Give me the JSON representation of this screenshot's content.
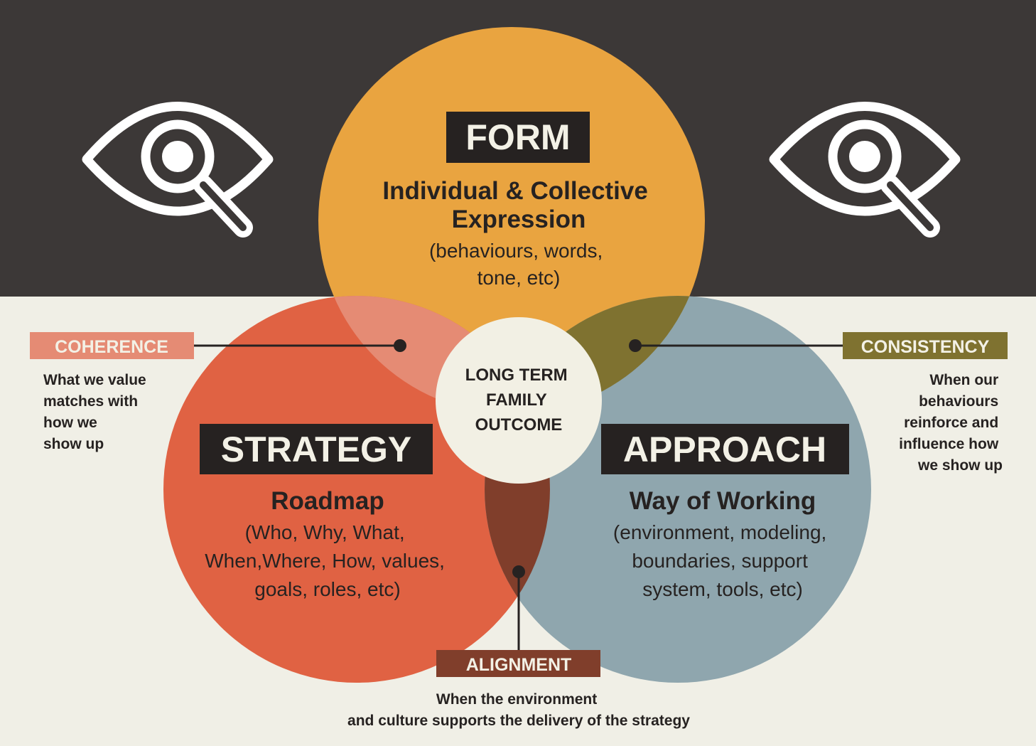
{
  "colors": {
    "top_bg": "#3c3837",
    "bottom_bg": "#f0efe6",
    "form": "#e9a440",
    "strategy": "#e06243",
    "approach": "#8fa6ae",
    "coherence": "#e58b74",
    "consistency": "#7f7230",
    "alignment": "#803e2b",
    "center": "#f2f0e4",
    "title_box": "#262221"
  },
  "icons": {
    "left_eye": "eye-magnifier-icon",
    "right_eye": "eye-magnifier-icon"
  },
  "form": {
    "title": "FORM",
    "subtitle": [
      "Individual & Collective",
      "Expression"
    ],
    "body": [
      "(behaviours, words,",
      "tone, etc)"
    ]
  },
  "strategy": {
    "title": "STRATEGY",
    "subtitle": "Roadmap",
    "body": [
      "(Who, Why, What,",
      "When,Where, How, values,",
      "goals, roles, etc)"
    ]
  },
  "approach": {
    "title": "APPROACH",
    "subtitle": "Way of Working",
    "body": [
      "(environment, modeling,",
      "boundaries, support",
      "system, tools, etc)"
    ]
  },
  "center": {
    "lines": [
      "LONG TERM",
      "FAMILY",
      "OUTCOME"
    ]
  },
  "coherence": {
    "label": "COHERENCE",
    "description": [
      "What we value",
      "matches with",
      "how we",
      "show up"
    ]
  },
  "consistency": {
    "label": "CONSISTENCY",
    "description": [
      "When our",
      "behaviours",
      "reinforce and",
      "influence how",
      "we show up"
    ]
  },
  "alignment": {
    "label": "ALIGNMENT",
    "description": [
      "When the environment",
      "and culture supports the delivery of the strategy"
    ]
  }
}
